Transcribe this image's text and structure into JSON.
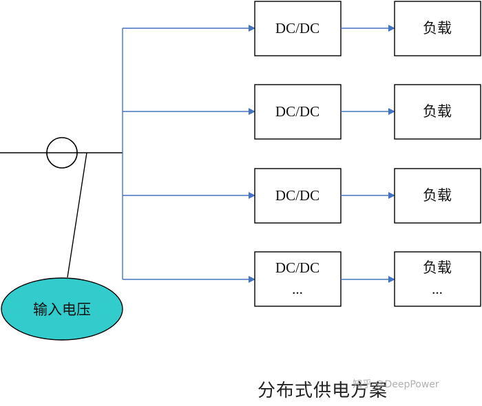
{
  "input_label": "输入电压",
  "converter_label": "DC/DC",
  "load_label": "负载",
  "ellipsis": "...",
  "caption": "分布式供电方案",
  "watermark": "知乎 @DeepPower",
  "colors": {
    "arrow": "#4472C4",
    "ellipse_fill": "#33CCCC",
    "line": "#000000",
    "box_border": "#000000"
  }
}
